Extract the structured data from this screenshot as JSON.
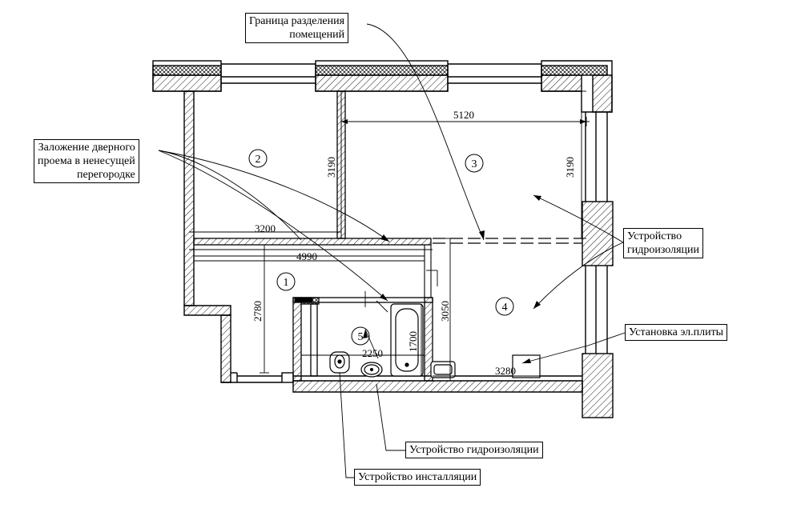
{
  "callouts": {
    "room_boundary": [
      "Граница разделения",
      "помещений"
    ],
    "door_infill": [
      "Заложение дверного",
      "проема в ненесущей",
      "перегородке"
    ],
    "waterproofing_right": [
      "Устройство",
      "гидроизоляции"
    ],
    "stove": "Установка эл.плиты",
    "waterproofing_bottom": "Устройство гидроизоляции",
    "installation": "Устройство инсталляции"
  },
  "dimensions": {
    "d5120": "5120",
    "d3190_left": "3190",
    "d3190_right": "3190",
    "d3200": "3200",
    "d4990": "4990",
    "d2780": "2780",
    "d3050": "3050",
    "d2250": "2250",
    "d1700": "1700",
    "d3280": "3280"
  },
  "rooms": [
    "1",
    "2",
    "3",
    "4",
    "5"
  ],
  "colors": {
    "line": "#000000",
    "background": "#ffffff"
  }
}
